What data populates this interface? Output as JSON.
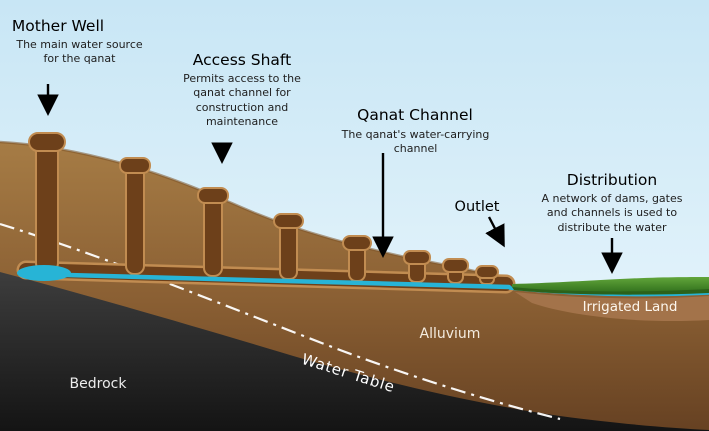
{
  "labels": {
    "mother_well_title": "Mother Well",
    "mother_well_desc": "The main water source for the qanat",
    "access_shaft_title": "Access Shaft",
    "access_shaft_desc": "Permits access to the qanat channel for construction and maintenance",
    "qanat_channel_title": "Qanat Channel",
    "qanat_channel_desc": "The qanat's water-carrying channel",
    "outlet_title": "Outlet",
    "distribution_title": "Distribution",
    "distribution_desc": "A network of dams, gates and channels is used to distribute the water",
    "irrigated_land": "Irrigated Land",
    "alluvium": "Alluvium",
    "water_table": "Water Table",
    "bedrock": "Bedrock"
  },
  "colors": {
    "sky_top": "#c8e6f5",
    "sky_bottom": "#eaf6fc",
    "alluvium_light": "#a27843",
    "alluvium_dark": "#684326",
    "shaft_fill": "#6d401a",
    "shaft_rim": "#c18c51",
    "bedrock_dark": "#1a1a1a",
    "water": "#27b4d6",
    "vegetation": "#3f8a24",
    "irrigated_soil": "#a3734a",
    "label_dark": "#000000",
    "label_light": "#ffffff"
  }
}
